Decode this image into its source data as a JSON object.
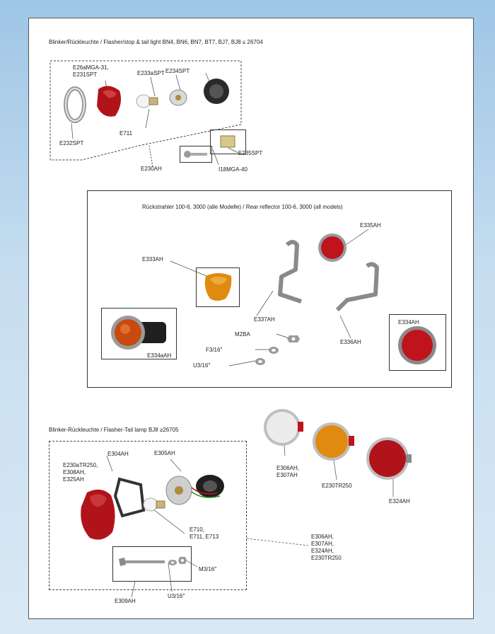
{
  "sections": {
    "flasher_stop_tail": {
      "heading": "Blinker/Rückleuchte / Flasher/stop & tail light BN4, BN6, BN7, BT7, BJ7, BJ8 ≤ 26704",
      "labels": {
        "e26amga": "E26aMGA-31,\nE231SPT",
        "e233aspt": "E233aSPT",
        "e234spt": "E234SPT",
        "e711": "E711",
        "e232spt": "E232SPT",
        "e230ah": "E230AH",
        "e235spt": "E235SPT",
        "i18mga": "I18MGA-40"
      }
    },
    "rear_reflector": {
      "heading": "Rückstrahler 100-6, 3000 (alle Modelle) / Rear reflector 100-6, 3000 (all models)",
      "labels": {
        "e335ah": "E335AH",
        "e333ah": "E333AH",
        "e337ah": "E337AH",
        "e334aah": "E334aAH",
        "m2ba": "M2BA",
        "f316": "F3/16″",
        "u316": "U3/16″",
        "e336ah": "E336AH",
        "e334ah": "E334AH"
      }
    },
    "flasher_tail_lamp": {
      "heading": "Blinker-Rückleuchte / Flasher-Tail lamp BJ8 ≥26705",
      "labels": {
        "e230atr250": "E230aTR250,\nE308AH,\nE325AH",
        "e304ah": "E304AH",
        "e305ah": "E305AH",
        "e710": "E710,\nE711, E713",
        "m316": "M3/16″",
        "e309ah": "E309AH",
        "u316b": "U3/16″",
        "e306ah": "E306AH,\nE307AH",
        "e230tr250": "E230TR250",
        "e324ah": "E324AH",
        "group": "E306AH,\nE307AH,\nE324AH,\nE230TR250"
      }
    }
  },
  "colors": {
    "page_bg": "#ffffff",
    "backdrop": "#b6d3ec",
    "lens_red": "#c0141c",
    "lens_amber": "#e08a10",
    "chrome": "#c9c9c9"
  }
}
